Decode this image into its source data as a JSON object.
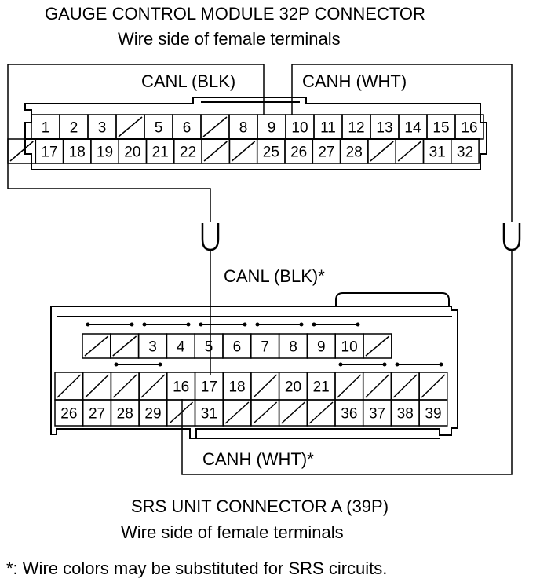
{
  "gauge_connector": {
    "title": "GAUGE CONTROL MODULE 32P CONNECTOR",
    "subtitle": "Wire side of female terminals",
    "row1": [
      "1",
      "2",
      "3",
      "",
      "5",
      "6",
      "",
      "8",
      "9",
      "10",
      "11",
      "12",
      "13",
      "14",
      "15",
      "16"
    ],
    "row2": [
      "",
      "17",
      "18",
      "19",
      "20",
      "21",
      "22",
      "",
      "",
      "25",
      "26",
      "27",
      "28",
      "",
      "",
      "31",
      "32"
    ]
  },
  "srs_connector": {
    "title": "SRS UNIT CONNECTOR A (39P)",
    "subtitle": "Wire side of female terminals",
    "row1": [
      "",
      "",
      "3",
      "4",
      "5",
      "6",
      "7",
      "8",
      "9",
      "10",
      ""
    ],
    "row2": [
      "",
      "",
      "",
      "",
      "16",
      "17",
      "18",
      "",
      "20",
      "21",
      "",
      "",
      "",
      ""
    ],
    "row3": [
      "26",
      "27",
      "28",
      "29",
      "",
      "31",
      "",
      "",
      "",
      "",
      "36",
      "37",
      "38",
      "39"
    ]
  },
  "wires": {
    "canl_top": "CANL (BLK)",
    "canh_top": "CANH (WHT)",
    "canl_mid": "CANL (BLK)*",
    "canh_bottom": "CANH (WHT)*",
    "connector_symbol": "U"
  },
  "footnote": "*: Wire colors may be substituted for SRS circuits."
}
